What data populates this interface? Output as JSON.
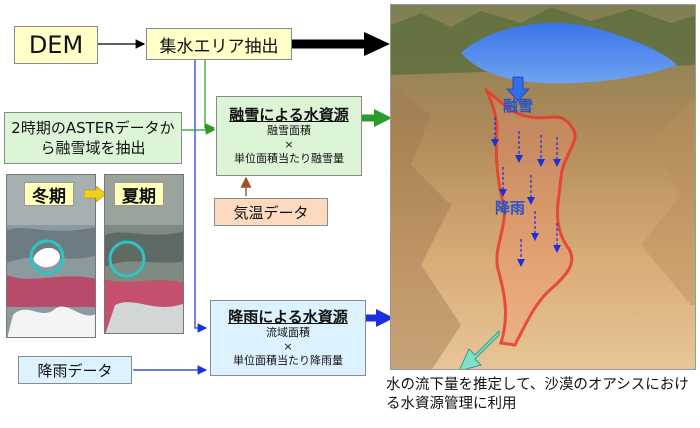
{
  "boxes": {
    "dem": "DEM",
    "catchment": "集水エリア抽出",
    "aster": "2時期のASTERデータから融雪域を抽出",
    "snowmelt": {
      "title": "融雪による水資源",
      "line1": "融雪面積",
      "times": "×",
      "line2": "単位面積当たり融雪量"
    },
    "temperature": "気温データ",
    "rainfall": {
      "title": "降雨による水資源",
      "line1": "流域面積",
      "times": "×",
      "line2": "単位面積当たり降雨量"
    },
    "rain_data": "降雨データ"
  },
  "seasons": {
    "winter": "冬期",
    "summer": "夏期"
  },
  "map_labels": {
    "snowmelt": "融雪",
    "rain": "降雨"
  },
  "caption": "水の流下量を推定して、沙漠のオアシスにおける水資源管理に利用",
  "colors": {
    "arrow_black": "#000000",
    "arrow_green": "#2a9a2a",
    "arrow_blue": "#1a2fe0",
    "arrow_brown": "#a0522d",
    "circle_cyan": "#2ec4c4",
    "basin_red": "#e83a2a"
  }
}
